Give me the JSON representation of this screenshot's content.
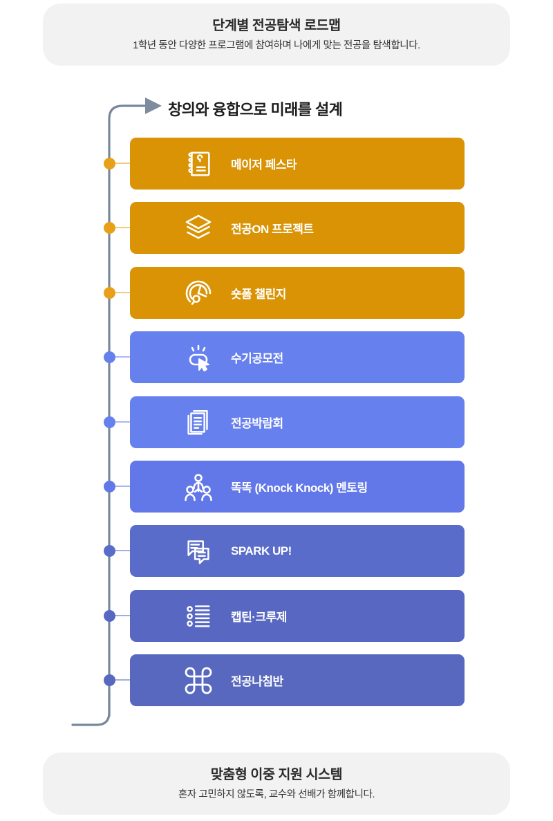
{
  "header": {
    "title": "단계별 전공탐색 로드맵",
    "subtitle": "1학년 동안 다양한 프로그램에 참여하며  나에게 맞는 전공을 탐색합니다."
  },
  "roadmap": {
    "heading": "창의와 융합으로 미래를 설계",
    "arrow_icon": "arrow-right-icon",
    "spine_color": "#78889c",
    "steps": [
      {
        "label": "메이저 페스타",
        "icon": "notebook-icon",
        "color": "#d99305",
        "node_color": "#e8a019"
      },
      {
        "label": "전공ON 프로젝트",
        "icon": "layers-icon",
        "color": "#d99305",
        "node_color": "#e8a019"
      },
      {
        "label": "숏폼 챌린지",
        "icon": "stopwatch-icon",
        "color": "#d99305",
        "node_color": "#e8a019"
      },
      {
        "label": "수기공모전",
        "icon": "click-cursor-icon",
        "color": "#6680ee",
        "node_color": "#6680ee"
      },
      {
        "label": "전공박람회",
        "icon": "documents-icon",
        "color": "#6680ee",
        "node_color": "#6680ee"
      },
      {
        "label": "똑똑 (Knock Knock) 멘토링",
        "icon": "people-group-icon",
        "color": "#6277e8",
        "node_color": "#6277e8"
      },
      {
        "label": "SPARK UP!",
        "icon": "chat-bubbles-icon",
        "color": "#5a6cca",
        "node_color": "#5a6cca"
      },
      {
        "label": "캡틴·크루제",
        "icon": "bullet-list-icon",
        "color": "#5868c2",
        "node_color": "#5868c2"
      },
      {
        "label": "전공나침반",
        "icon": "command-icon",
        "color": "#5868be",
        "node_color": "#5868be"
      }
    ]
  },
  "footer": {
    "title": "맞춤형 이중 지원 시스템",
    "subtitle": "혼자 고민하지 않도록, 교수와 선배가 함께합니다."
  }
}
